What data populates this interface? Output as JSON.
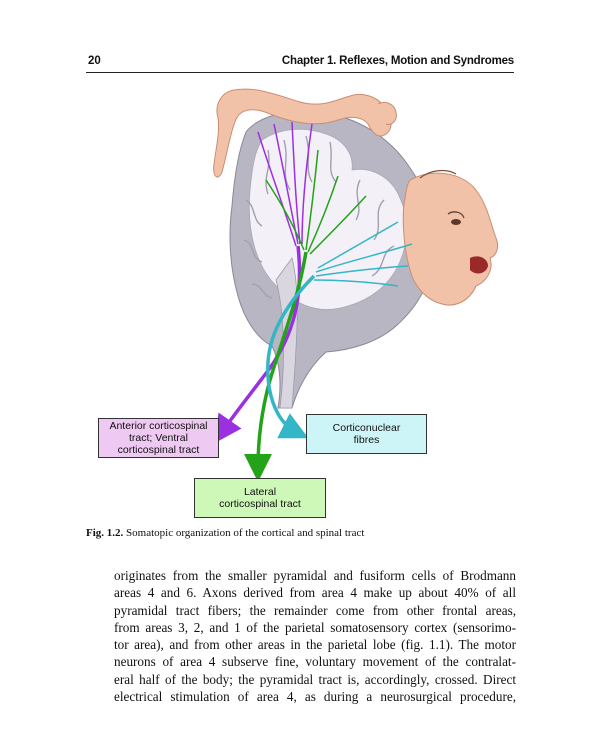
{
  "header": {
    "page_number": "20",
    "chapter_title": "Chapter 1. Reflexes, Motion and Syndromes"
  },
  "figure": {
    "labels": {
      "anterior": [
        "Anterior corticospinal",
        "tract; Ventral",
        "corticospinal tract"
      ],
      "corticonuclear": [
        "Corticonuclear",
        "fibres"
      ],
      "lateral": [
        "Lateral",
        "corticospinal tract"
      ]
    },
    "colors": {
      "anterior_fibres": "#9b30e0",
      "lateral_fibres": "#22a318",
      "corticonuclear_fibres": "#33b6c6",
      "anterior_box": "#eec9f2",
      "corticonuclear_box": "#cdf4f6",
      "lateral_box": "#cdf8b7",
      "homunculus": "#f2c2a8"
    },
    "caption_label": "Fig. 1.2.",
    "caption_text": " Somatopic organization of the cortical and spinal tract"
  },
  "body": {
    "lines": [
      "originates from the smaller pyramidal and fusiform cells of Brodmann",
      "areas 4 and 6. Axons derived from area 4 make up about 40% of all",
      "pyramidal tract fibers; the remainder come from other frontal areas,",
      "from areas 3, 2, and 1 of the parietal somatosensory cortex (sensorimo-",
      "tor area), and from other areas in the parietal lobe (fig. 1.1). The motor",
      "neurons of area 4 subserve fine, voluntary movement of the contralat-",
      "eral half of the body; the pyramidal tract is, accordingly, crossed. Direct",
      "electrical stimulation of area 4, as during a neurosurgical procedure,"
    ]
  }
}
